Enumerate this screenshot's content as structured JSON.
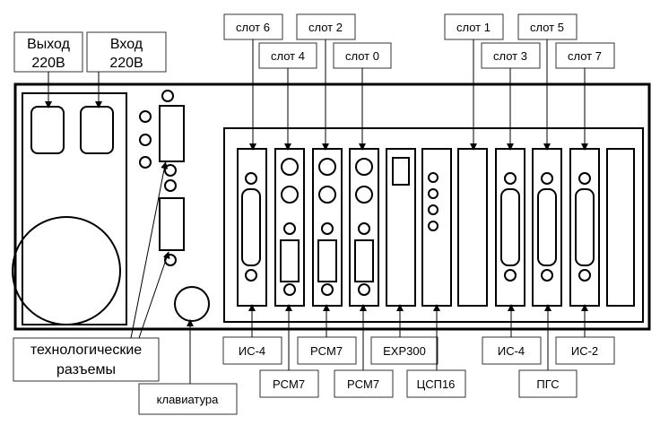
{
  "power": {
    "output_label": "Выход\n220В",
    "input_label": "Вход\n220В"
  },
  "slot_labels_top": [
    {
      "id": "slot6",
      "text": "слот 6"
    },
    {
      "id": "slot4",
      "text": "слот 4"
    },
    {
      "id": "slot2",
      "text": "слот 2"
    },
    {
      "id": "slot0",
      "text": "слот 0"
    },
    {
      "id": "slot1",
      "text": "слот 1"
    },
    {
      "id": "slot3",
      "text": "слот 3"
    },
    {
      "id": "slot5",
      "text": "слот 5"
    },
    {
      "id": "slot7",
      "text": "слот 7"
    }
  ],
  "module_labels_bottom": [
    {
      "id": "is4a",
      "text": "ИС-4"
    },
    {
      "id": "pcm7a",
      "text": "PCM7"
    },
    {
      "id": "pcm7b",
      "text": "PCM7"
    },
    {
      "id": "pcm7c",
      "text": "PCM7"
    },
    {
      "id": "exp300",
      "text": "EXP300"
    },
    {
      "id": "csp16",
      "text": "ЦСП16"
    },
    {
      "id": "is4b",
      "text": "ИС-4"
    },
    {
      "id": "is2",
      "text": "ИС-2"
    },
    {
      "id": "pgs",
      "text": "ПГС"
    }
  ],
  "tech_connectors": "технологические\nразъемы",
  "keyboard": "клавиатура"
}
